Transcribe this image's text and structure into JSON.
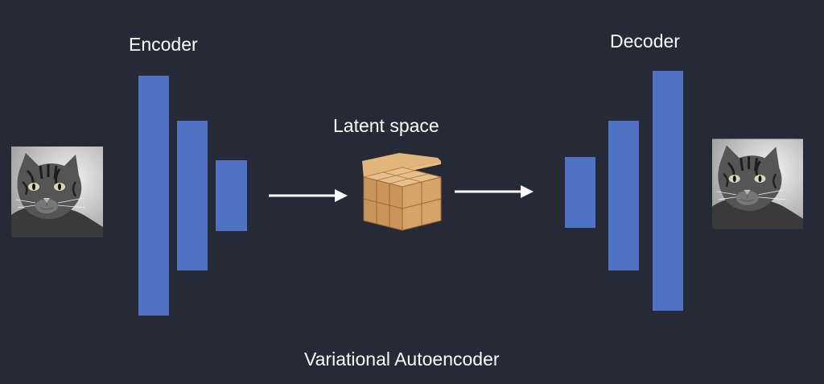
{
  "diagram": {
    "title": "Variational Autoencoder",
    "encoder_label": "Encoder",
    "decoder_label": "Decoder",
    "latent_label": "Latent space",
    "input_image": "cat-photo-icon",
    "output_image": "cat-photo-icon",
    "latent_icon": "cube-block-icon",
    "colors": {
      "background": "#262a37",
      "layer": "#4f72c4",
      "arrow": "#ffffff",
      "cube": "#d9a86c",
      "text": "#ffffff"
    }
  }
}
